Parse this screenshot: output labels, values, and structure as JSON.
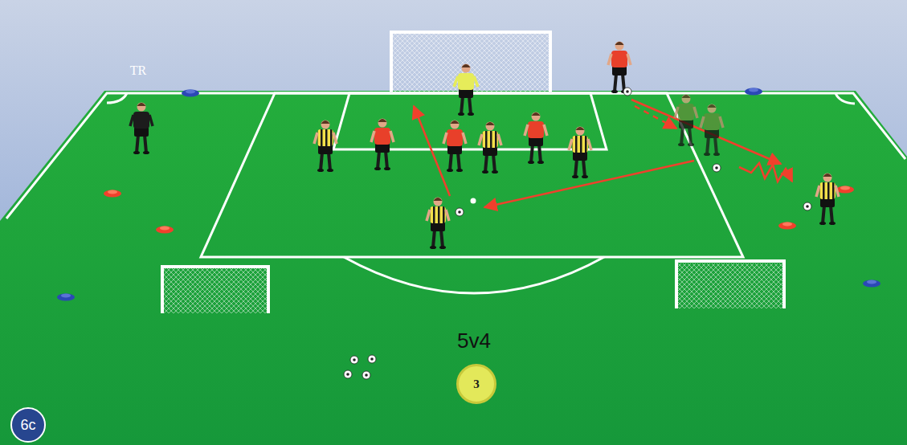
{
  "diagram": {
    "nodes": [
      {
        "text": [
          "3"
        ]
      },
      {
        "text": [
          "6c"
        ]
      }
    ],
    "labels": [
      "TR",
      "5v4"
    ]
  }
}
